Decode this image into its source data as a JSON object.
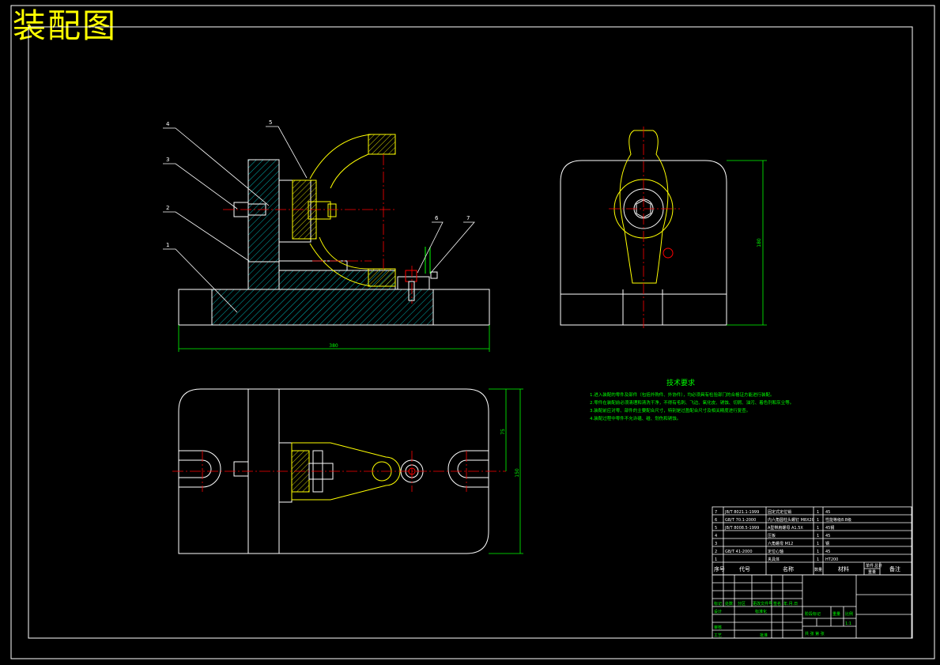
{
  "title": "装配图",
  "callouts": [
    "1",
    "2",
    "3",
    "4",
    "5",
    "6",
    "7"
  ],
  "dim_width_front": "380",
  "dim_height_side": "180",
  "dim_plan_small": "75",
  "dim_plan_large": "150",
  "tech_title": "技术要求",
  "tech_lines": [
    "1.进入装配的零件及部件（包括外购件、外协件），均必须具有检验部门的合格证方能进行装配。",
    "2.零件在装配前必须清理和清洗干净，不得有毛刺、飞边、氧化皮、锈蚀、切屑、油污、着色剂和灰尘等。",
    "3.装配前应对零、部件的主要配合尺寸，特别是过盈配合尺寸及相关精度进行复查。",
    "4.装配过程中零件不允许磕、碰、划伤和锈蚀。"
  ],
  "bom": [
    {
      "no": "7",
      "code": "JB/T 8021.1-1999",
      "name": "固定式定位销",
      "qty": "1",
      "material": "45"
    },
    {
      "no": "6",
      "code": "GB/T 70.1-2000",
      "name": "内六角圆柱头螺钉 M8X20",
      "qty": "1",
      "material": "性能等级8.8级"
    },
    {
      "no": "5",
      "code": "JB/T 8008.5-1999",
      "name": "A型带肩螺母 A1.5X",
      "qty": "1",
      "material": "45钢"
    },
    {
      "no": "4",
      "code": "",
      "name": "压板",
      "qty": "1",
      "material": "45"
    },
    {
      "no": "3",
      "code": "",
      "name": "六角螺母 M12",
      "qty": "1",
      "material": "钢"
    },
    {
      "no": "2",
      "code": "GB/T 41-2000",
      "name": "定位心轴",
      "qty": "1",
      "material": "45"
    },
    {
      "no": "1",
      "code": "",
      "name": "夹具体",
      "qty": "1",
      "material": "HT200"
    }
  ],
  "bom_header": {
    "no": "序号",
    "code": "代号",
    "name": "名称",
    "qty": "数量",
    "material": "材料",
    "unit": "单件",
    "total": "总计",
    "weight": "重量",
    "remark": "备注"
  },
  "title_block": {
    "r1": [
      "标记",
      "处数",
      "分区",
      "更改文件号",
      "签名",
      "年.月.日"
    ],
    "design": "设计",
    "std": "标准化",
    "stage": "阶段标记",
    "weight": "重量",
    "scale": "比例",
    "review": "审核",
    "process": "工艺",
    "approve": "批准",
    "sheets": "共  张  第  张",
    "ratio": "1:1"
  },
  "colors": {
    "line": "#ffffff",
    "yellow": "#ffff00",
    "red": "#ff0000",
    "green": "#00ff00",
    "cyan": "#00ffff"
  }
}
